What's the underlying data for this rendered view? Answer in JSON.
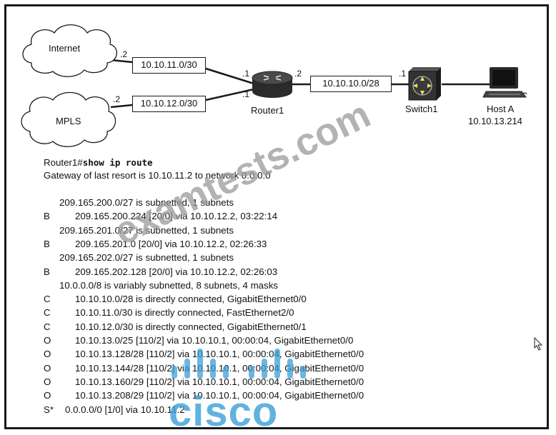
{
  "diagram": {
    "clouds": {
      "internet": "Internet",
      "mpls": "MPLS"
    },
    "subnets": {
      "internet_link": "10.10.11.0/30",
      "mpls_link": "10.10.12.0/30",
      "switch_link": "10.10.10.0/28"
    },
    "interface_ids": {
      "internet_side": ".2",
      "mpls_side": ".2",
      "router_top": ".1",
      "router_bottom": ".1",
      "router_right": ".2",
      "switch_left": ".1"
    },
    "devices": {
      "router": "Router1",
      "switch": "Switch1",
      "host_name": "Host A",
      "host_ip": "10.10.13.214"
    }
  },
  "cli": {
    "prompt": "Router1#",
    "command": "show ip route",
    "gateway": "Gateway of last resort is 10.10.11.2 to network 0.0.0.0",
    "entries": [
      {
        "code": "",
        "text": "209.165.200.0/27 is subnetted, 1 subnets",
        "indent": 1
      },
      {
        "code": "B",
        "text": "209.165.200.224 [20/0] via 10.10.12.2, 03:22:14",
        "indent": 2
      },
      {
        "code": "",
        "text": "209.165.201.0/27 is subnetted, 1 subnets",
        "indent": 1
      },
      {
        "code": "B",
        "text": "209.165.201.0 [20/0] via 10.10.12.2, 02:26:33",
        "indent": 2
      },
      {
        "code": "",
        "text": "209.165.202.0/27 is subnetted, 1 subnets",
        "indent": 1
      },
      {
        "code": "B",
        "text": "209.165.202.128 [20/0] via 10.10.12.2, 02:26:03",
        "indent": 2
      },
      {
        "code": "",
        "text": "10.0.0.0/8 is variably subnetted, 8 subnets, 4 masks",
        "indent": 1
      },
      {
        "code": "C",
        "text": "10.10.10.0/28 is directly connected, GigabitEthernet0/0",
        "indent": 2
      },
      {
        "code": "C",
        "text": "10.10.11.0/30 is directly connected, FastEthernet2/0",
        "indent": 2
      },
      {
        "code": "C",
        "text": "10.10.12.0/30 is directly connected, GigabitEthernet0/1",
        "indent": 2
      },
      {
        "code": "O",
        "text": "10.10.13.0/25 [110/2] via 10.10.10.1, 00:00:04, GigabitEthernet0/0",
        "indent": 2
      },
      {
        "code": "O",
        "text": "10.10.13.128/28 [110/2] via 10.10.10.1, 00:00:04, GigabitEthernet0/0",
        "indent": 2
      },
      {
        "code": "O",
        "text": "10.10.13.144/28 [110/2] via 10.10.10.1, 00:00:04, GigabitEthernet0/0",
        "indent": 2
      },
      {
        "code": "O",
        "text": "10.10.13.160/29 [110/2] via 10.10.10.1, 00:00:04, GigabitEthernet0/0",
        "indent": 2
      },
      {
        "code": "O",
        "text": "10.10.13.208/29 [110/2] via 10.10.10.1, 00:00:04, GigabitEthernet0/0",
        "indent": 2
      },
      {
        "code": "S*",
        "text": "0.0.0.0/0 [1/0] via 10.10.11.2",
        "indent": 3
      }
    ]
  },
  "watermark": {
    "site": "examtests.com",
    "brand": "cisco"
  },
  "colors": {
    "line": "#1a1a1a",
    "watermark_gray": "#9a9a9a",
    "cisco_blue": "#3aa0d8",
    "router_dark": "#2b2b2b"
  },
  "icons": {
    "router": "router-icon",
    "switch": "switch-icon",
    "host": "computer-icon",
    "cursor": "mouse-pointer-icon"
  }
}
